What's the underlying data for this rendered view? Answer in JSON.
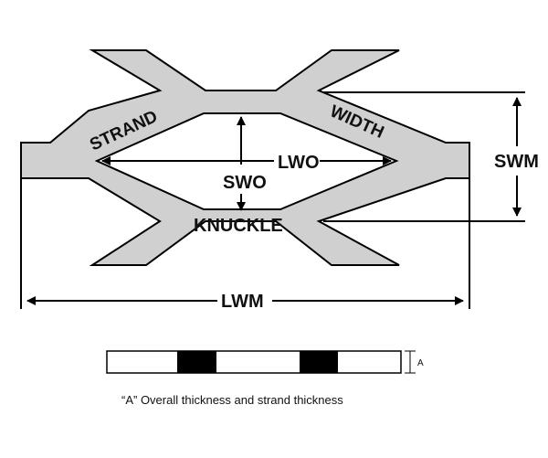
{
  "labels": {
    "strand": "STRAND",
    "width": "WIDTH",
    "lwo": "LWO",
    "swo": "SWO",
    "swm": "SWM",
    "knuckle": "KNUCKLE",
    "lwm": "LWM"
  },
  "thickness_bar": {
    "marker": "A",
    "caption": "“A” Overall thickness and strand thickness"
  },
  "colors": {
    "mesh_fill": "#d0d0d0",
    "outline": "#000000",
    "thickness_block": "#000000",
    "background": "#ffffff"
  }
}
